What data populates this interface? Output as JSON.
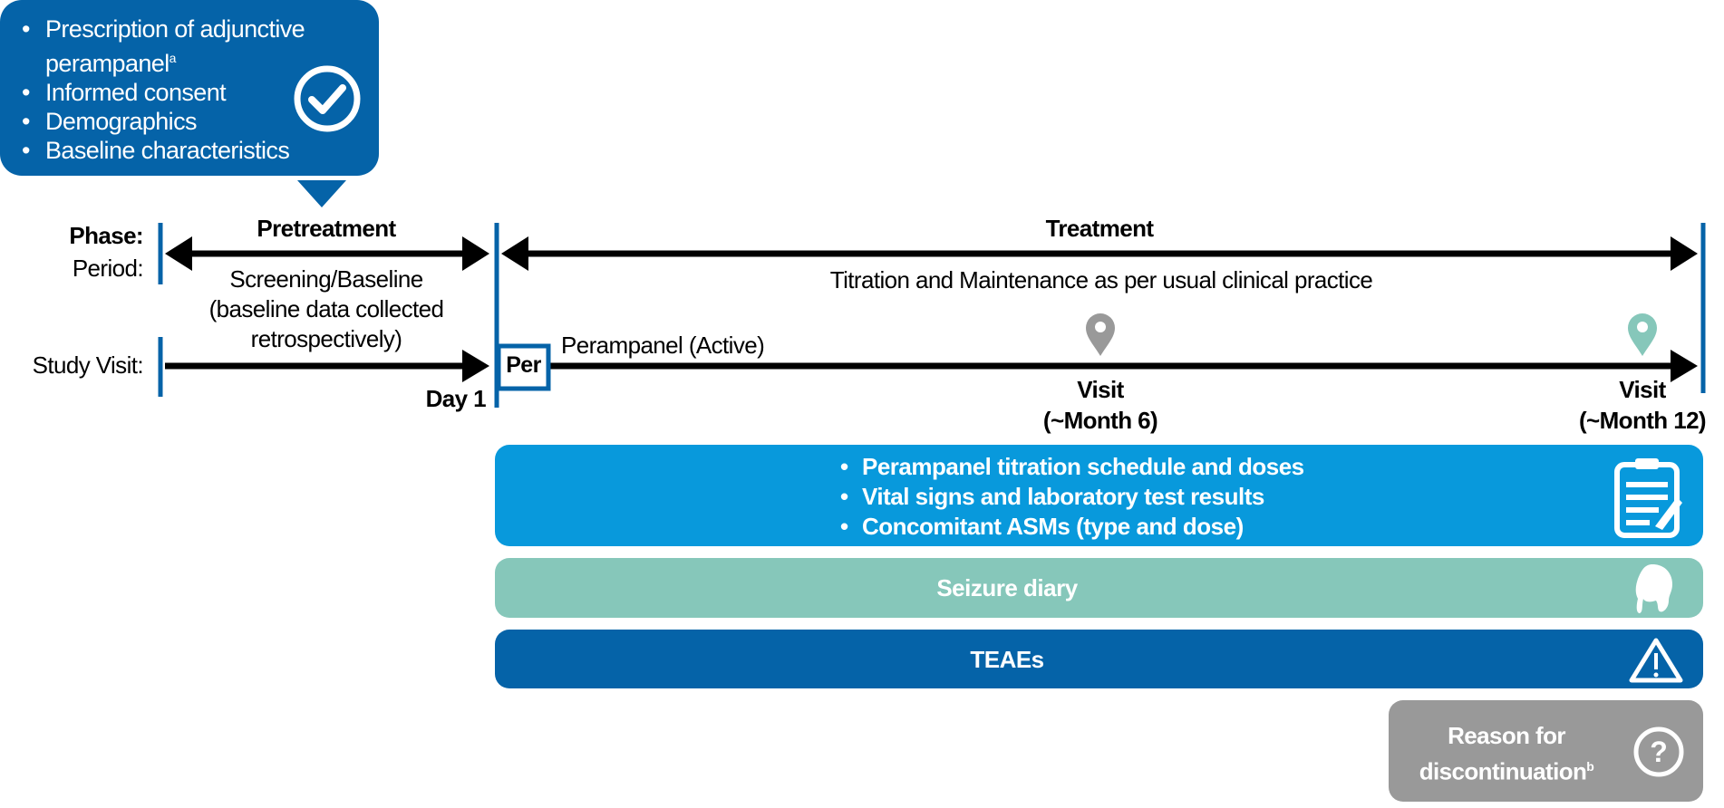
{
  "callout": {
    "items": [
      "Prescription of adjunctive",
      "perampanel",
      "Informed consent",
      "Demographics",
      "Baseline characteristics"
    ],
    "superscript": "a",
    "icon": "check-circle-icon"
  },
  "labels": {
    "phase": "Phase:",
    "period": "Period:",
    "study_visit": "Study Visit:"
  },
  "pretreatment": {
    "phase": "Pretreatment",
    "period_lines": [
      "Screening/Baseline",
      "(baseline data collected",
      "retrospectively)"
    ],
    "day": "Day 1"
  },
  "treatment": {
    "phase": "Treatment",
    "period": "Titration and Maintenance as per usual clinical practice",
    "box": "Per",
    "drug": "Perampanel (Active)"
  },
  "visits": [
    {
      "label": "Visit",
      "sub": "(~Month 6)",
      "color": "#999999"
    },
    {
      "label": "Visit",
      "sub": "(~Month 12)",
      "color": "#86c7ba"
    }
  ],
  "bands": {
    "data_collected": {
      "items": [
        "Perampanel titration schedule and doses",
        "Vital signs and laboratory test results",
        "Concomitant ASMs (type and dose)"
      ],
      "color": "#0899dc",
      "icon": "clipboard-icon"
    },
    "seizure": {
      "label": "Seizure diary",
      "color": "#86c7ba",
      "icon": "head-icon"
    },
    "teaes": {
      "label": "TEAEs",
      "color": "#0563a8",
      "icon": "warning-icon"
    },
    "discontinuation": {
      "lines": [
        "Reason for",
        "discontinuation"
      ],
      "superscript": "b",
      "color": "#999999",
      "icon": "question-circle-icon"
    }
  }
}
